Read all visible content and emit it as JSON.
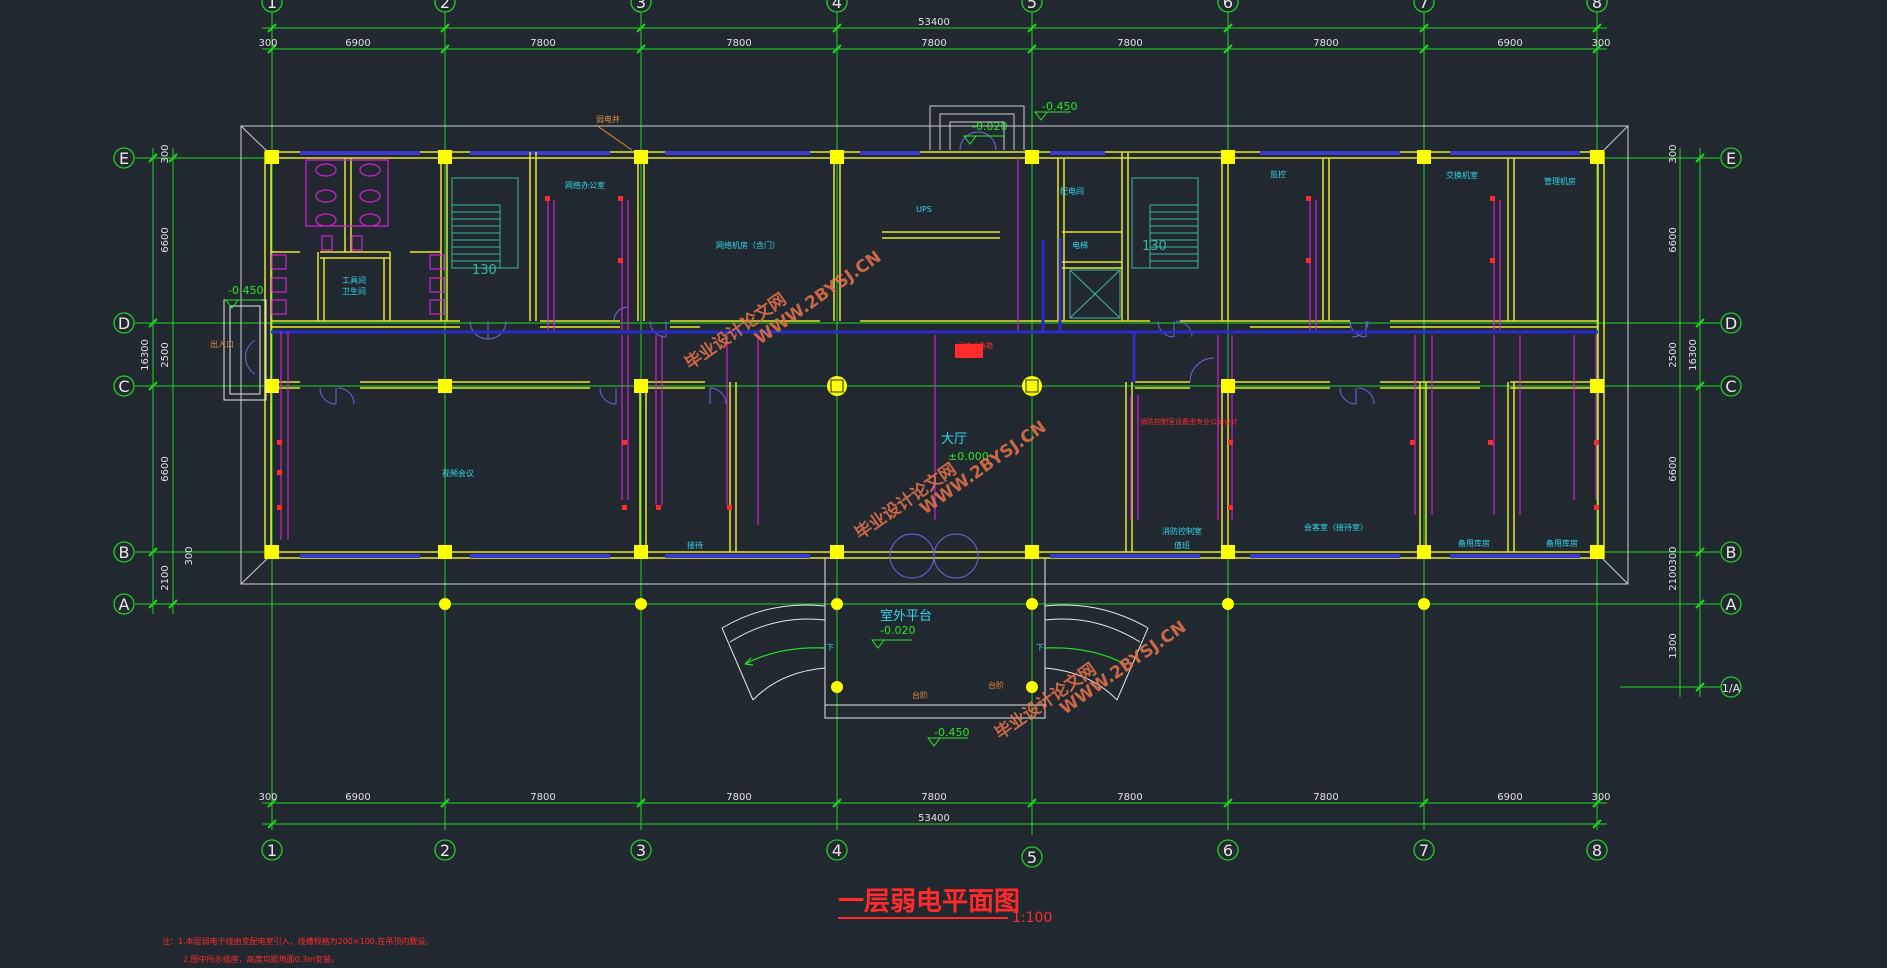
{
  "drawing": {
    "title": "一层弱电平面图",
    "scale": "1:100",
    "notes": [
      "注：1.本层弱电干线由变配电室引入，线槽规格为200×100,在吊顶内敷设。",
      "2.图中所示插座，高度均距地面0.3m安装。"
    ]
  },
  "axes": {
    "columns": [
      "1",
      "2",
      "3",
      "4",
      "5",
      "6",
      "7",
      "8"
    ],
    "rows": [
      "E",
      "D",
      "C",
      "B",
      "A",
      "1/A"
    ]
  },
  "dimensions": {
    "overall": "53400",
    "bays": [
      "300",
      "6900",
      "7800",
      "7800",
      "7800",
      "7800",
      "7800",
      "6900",
      "300"
    ],
    "left_depth": [
      "300",
      "6600",
      "2500",
      "6600",
      "300",
      "2100"
    ],
    "left_total": "16300",
    "right_depth": [
      "300",
      "6600",
      "2500",
      "16300",
      "6600",
      "300",
      "2100",
      "1300"
    ]
  },
  "elevations": {
    "canopy": "-0.450",
    "entry_top": "-0.020",
    "left": "-0.450",
    "hall": "±0.000",
    "platform": "-0.020",
    "ramp": "-0.450"
  },
  "rooms": {
    "tool_room": "工具间",
    "toilet_wash": "卫生间",
    "net_office": "网络办公室",
    "net_machine": "网络机房（含门）",
    "ups": "UPS",
    "distribution": "配电间",
    "elevator": "电梯",
    "stair_w": "130",
    "stair_e": "130",
    "monitor": "监控",
    "switch_room": "交换机室",
    "service_room": "管理机房",
    "conference": "视频会议",
    "hall": "大厅",
    "outdoor": "室外平台",
    "reception": "接待",
    "fire_control": "消防控制室",
    "duty": "值班",
    "meeting": "会客室（接待室）",
    "spare1": "备用库房",
    "spare2": "备用库房",
    "entrance": "出入口",
    "down_l": "下",
    "down_r": "下",
    "ramp_l": "台阶",
    "ramp_r": "台阶",
    "weak_riser": "弱电井",
    "hall_note": "弱电设备箱",
    "fire_note": "消防控制室设备由专业公司设计"
  },
  "watermark": {
    "cn": "毕业设计论文网",
    "url": "WWW.2BYSJ.CN"
  },
  "colors": {
    "background": "#212830",
    "grid": "#1fd21f",
    "wall": "#e6e62e",
    "column": "#ffff00",
    "cable": "#2a2ac8",
    "room_text": "#31d6e8",
    "title": "#ff2a2a",
    "device": "#d61fd6"
  }
}
